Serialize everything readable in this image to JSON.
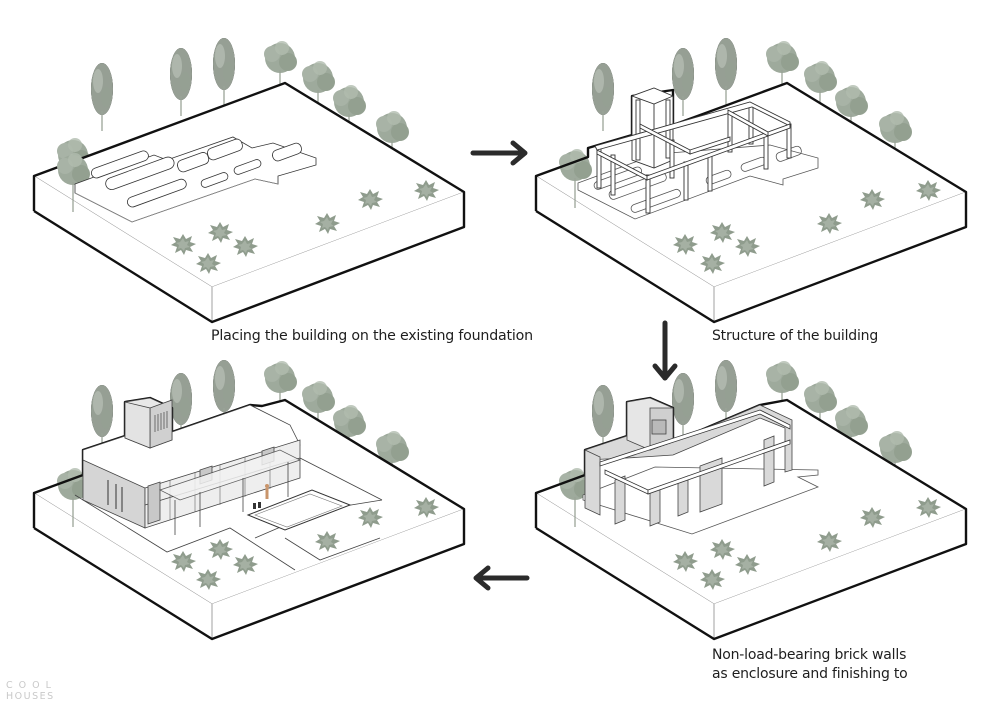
{
  "diagram": {
    "title_steps": [
      {
        "step": 1,
        "caption": "Placing the building on the existing foundation"
      },
      {
        "step": 2,
        "caption": "Structure of the building"
      },
      {
        "step": 3,
        "caption_lines": [
          "Non-load-bearing brick walls",
          "as enclosure and finishing to"
        ]
      },
      {
        "step": 4,
        "caption": ""
      }
    ],
    "arrows": [
      {
        "from_step": 1,
        "to_step": 2,
        "direction": "right"
      },
      {
        "from_step": 2,
        "to_step": 3,
        "direction": "down"
      },
      {
        "from_step": 3,
        "to_step": 4,
        "direction": "left"
      }
    ],
    "colors": {
      "outline": "#111111",
      "thin_line": "#8a8a8a",
      "vegetation": "#9eaa9c",
      "vegetation_dark": "#8c998a",
      "brick": "#d9d9d9",
      "figure": "#c9956b",
      "arrow": "#2b2b2b",
      "text": "#1e1e1e",
      "watermark": "#c9c9c9"
    }
  },
  "watermark": {
    "line1": "COOL",
    "line2": "HOUSES"
  }
}
